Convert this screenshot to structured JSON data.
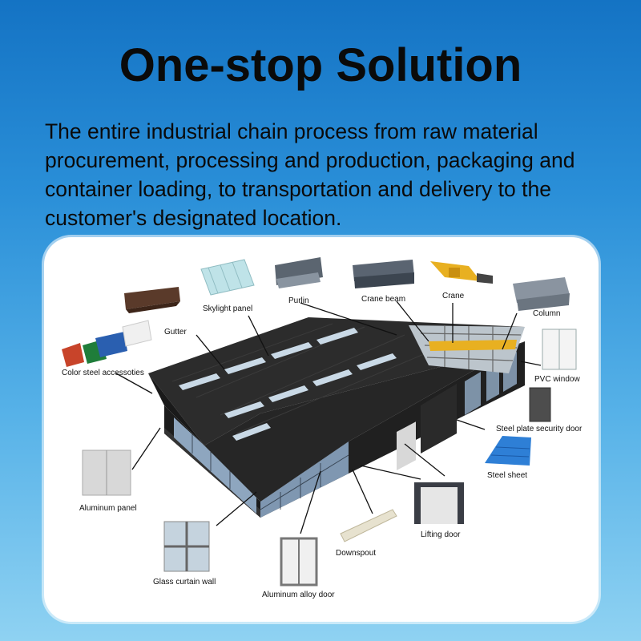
{
  "header": {
    "title": "One-stop Solution",
    "subtitle": "The entire industrial chain process from raw material procurement, processing and production, packaging and container loading, to transportation and delivery to the customer's designated location."
  },
  "components": {
    "skylight_panel": "Skylight panel",
    "purlin": "Purlin",
    "crane_beam": "Crane beam",
    "crane": "Crane",
    "column": "Column",
    "gutter": "Gutter",
    "color_steel_accessories": "Color steel accessoties",
    "pvc_window": "PVC window",
    "steel_plate_security_door": "Steel plate security door",
    "steel_sheet": "Steel sheet",
    "aluminum_panel": "Aluminum panel",
    "lifting_door": "Lifting door",
    "downspout": "Downspout",
    "glass_curtain_wall": "Glass curtain wall",
    "aluminum_alloy_door": "Aluminum alloy door"
  },
  "colors": {
    "background_top": "#1473c4",
    "background_bottom": "#8fd2f2",
    "roof": "#2b2b2b",
    "wall": "#1d1d1d",
    "glass": "#8ea6bf",
    "skylight": "#c9d9e6",
    "crane_yellow": "#e8b021",
    "steel_sheet_blue": "#2e7fd6"
  }
}
